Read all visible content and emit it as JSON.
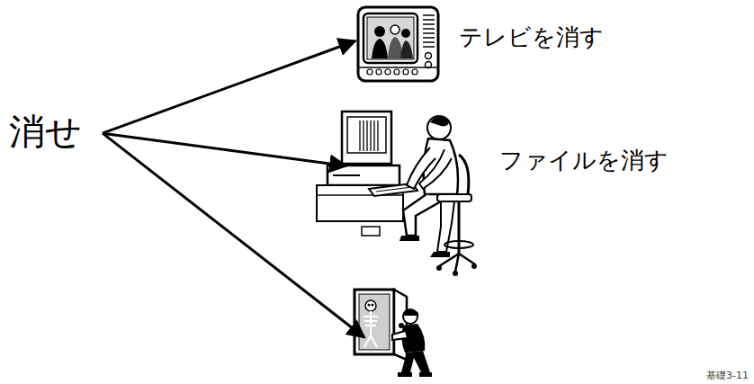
{
  "diagram": {
    "nodes": [
      {
        "text": [
          "消せ"
        ]
      },
      {
        "text": [
          "テレビを消す"
        ]
      },
      {
        "text": [
          "ファイルを消す"
        ]
      },
      {
        "text": []
      }
    ],
    "edges": [
      {
        "from": 0,
        "to": 1,
        "arrow": "to"
      },
      {
        "from": 0,
        "to": 2,
        "arrow": "to"
      },
      {
        "from": 0,
        "to": 3,
        "arrow": "to"
      }
    ],
    "labels": [
      "基礎3-11"
    ]
  }
}
